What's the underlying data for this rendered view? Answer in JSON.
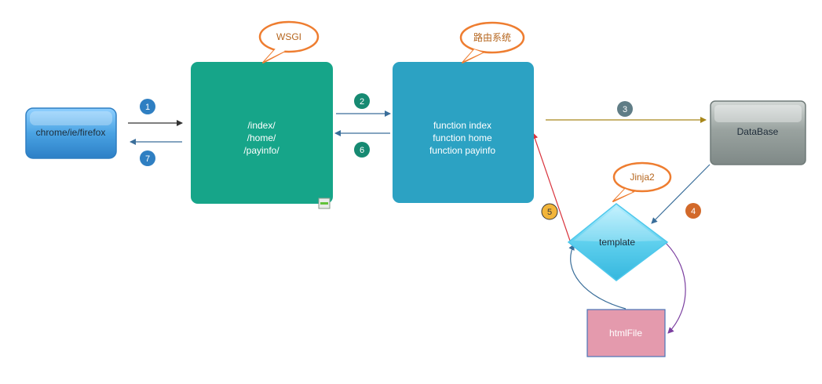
{
  "nodes": {
    "browser": {
      "label": "chrome/ie/firefox"
    },
    "wsgi": {
      "lines": [
        "/index/",
        "/home/",
        "/payinfo/"
      ]
    },
    "router": {
      "lines": [
        "function index",
        "function home",
        "function payinfo"
      ]
    },
    "database": {
      "label": "DataBase"
    },
    "template": {
      "label": "template"
    },
    "htmlfile": {
      "label": "htmlFile"
    }
  },
  "callouts": {
    "wsgi": "WSGI",
    "router": "路由系统",
    "jinja": "Jinja2"
  },
  "steps": {
    "s1": "1",
    "s2": "2",
    "s3": "3",
    "s4": "4",
    "s5": "5",
    "s6": "6",
    "s7": "7"
  },
  "colors": {
    "wsgi_box": "#16a589",
    "router_box": "#2ca2c3",
    "browser_box": "#4aa3e3",
    "database_box": "#9aa3a0",
    "template_box": "#5fd0ee",
    "htmlfile_box": "#e49aad",
    "callout_stroke": "#ee7d30",
    "callout_text": "#b5651d"
  }
}
